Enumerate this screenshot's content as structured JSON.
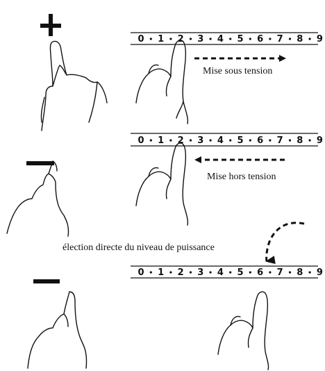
{
  "scale_digits": [
    "0",
    "1",
    "2",
    "3",
    "4",
    "5",
    "6",
    "7",
    "8",
    "9"
  ],
  "panel1": {
    "symbol": "+",
    "caption": "Mise sous tension"
  },
  "panel2": {
    "symbol": "−",
    "caption": "Mise hors tension"
  },
  "panel3": {
    "symbol": "−",
    "caption": "élection directe du niveau de puissance"
  },
  "colors": {
    "ink": "#111111",
    "background": "#ffffff"
  }
}
